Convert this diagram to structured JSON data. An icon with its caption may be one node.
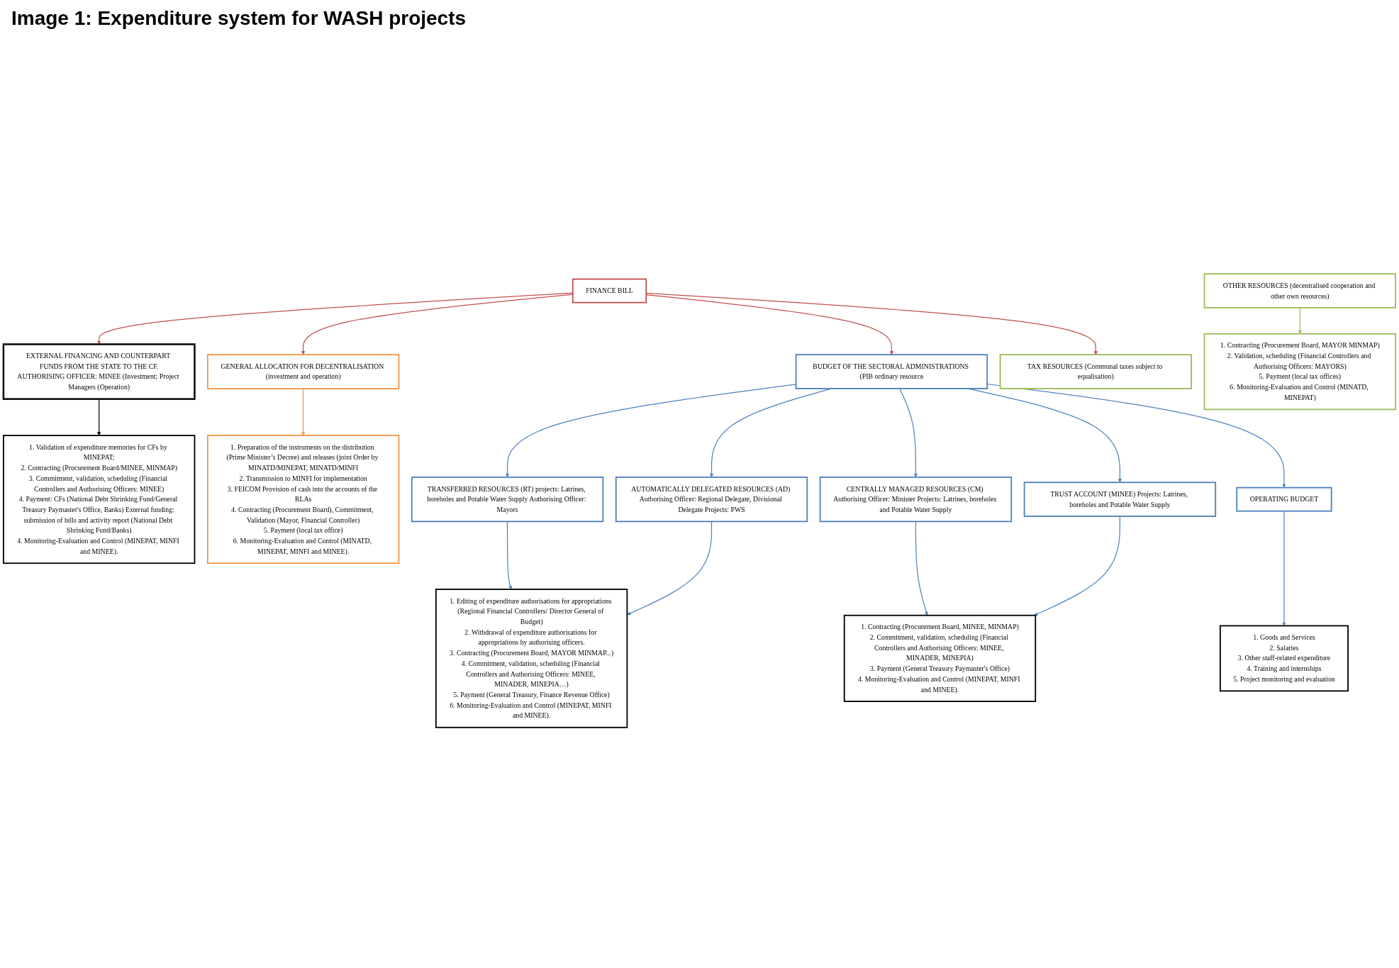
{
  "diagram": {
    "title": "Image 1: Expenditure system for WASH projects",
    "nodes": [
      {
        "text": [
          "FINANCE BILL"
        ]
      },
      {
        "text": [
          "BUDGET OF THE SECTORAL ADMINISTRATIONS (PIB ordinary resource"
        ]
      },
      {
        "text": [
          "EXTERNAL FINANCING AND COUNTERPART FUNDS FROM THE STATE TO THE CF.",
          "AUTHORISING OFFICER: MINEE (Investment; Project Managers (Operation)"
        ]
      },
      {
        "text": [
          "GENERAL ALLOCATION FOR DECENTRALISATION (investment and operation)"
        ]
      },
      {
        "text": [
          "TAX RESOURCES (Communal taxes subject to equalisation)"
        ]
      },
      {
        "text": [
          "OTHER RESOURCES (decentralised cooperation and other own resources)"
        ]
      },
      {
        "text": [
          "1. Validation of expenditure memories for CFs by MINEPAT;",
          "2. Contracting (Procurement Board/MINEE, MINMAP)",
          "3. Commitment, validation, scheduling (Financial Controllers and Authorising Officers: MINEE)",
          "4. Payment: CFs (National Debt Shrinking Fund/General Treasury Paymaster's Office, Banks) External funding: submission of bills and activity report (National Debt Shrinking Fund/Banks)",
          "4. Monitoring-Evaluation and Control (MINEPAT, MINFI and MINEE)."
        ]
      },
      {
        "text": [
          "1. Preparation of the instruments on the distribution (Prime Minister’s Decree) and releases (joint Order by MINATD/MINEPAT, MINATD/MINFI",
          "2. Transmission to MINFI for implementation",
          "3. FEICOM Provision of cash into the accounts of the RLAs",
          "4. Contracting (Procurement Board), Commitment, Validation (Mayor, Financial Controller)",
          "5. Payment (local tax office)",
          "6. Monitoring-Evaluation and Control (MINATD, MINEPAT, MINFI and MINEE)."
        ]
      },
      {
        "text": [
          "1. Contracting (Procurement Board, MAYOR MINMAP)",
          "2. Validation, scheduling (Financial Controllers and Authorising Officers: MAYORS)",
          "5. Payment (local tax offices)",
          "6. Monitoring-Evaluation and Control (MINATD, MINEPAT)"
        ]
      },
      {
        "text": [
          "TRANSFERRED RESOURCES (RT) projects: Latrines, boreholes and Potable Water Supply Authorising Officer: Mayors"
        ]
      },
      {
        "text": [
          "AUTOMATICALLY DELEGATED RESOURCES (AD) Authorising Officer: Regional Delegate, Divisional Delegate Projects: PWS"
        ]
      },
      {
        "text": [
          "CENTRALLY MANAGED RESOURCES (CM) Authorising Officer: Minister Projects: Latrines, boreholes and Potable Water Supply"
        ]
      },
      {
        "text": [
          "TRUST ACCOUNT (MINEE) Projects: Latrines, boreholes and Potable Water Supply"
        ]
      },
      {
        "text": [
          "OPERATING BUDGET"
        ]
      },
      {
        "text": [
          "1. Editing of expenditure authorisations for appropriations (Regional Financial Controllers/ Director General of Budget)",
          "2. Withdrawal of expenditure authorisations for appropriations by authorising officers.",
          "3. Contracting (Procurement Board, MAYOR MINMAP...)",
          "4. Commitment, validation, scheduling (Financial Controllers and Authorising Officers: MINEE, MINADER, MINEPIA…)",
          "5. Payment (General Treasury, Finance Revenue Office)",
          "6. Monitoring-Evaluation and Control (MINEPAT, MINFI and MINEE)."
        ]
      },
      {
        "text": [
          "1. Contracting (Procurement Board, MINEE, MINMAP)",
          "2. Commitment, validation, scheduling (Financial Controllers and Authorising Officers: MINEE, MINADER, MINEPIA)",
          "3. Payment (General Treasury Paymaster's Office)",
          "4. Monitoring-Evaluation and Control (MINEPAT, MINFI and MINEE)."
        ]
      },
      {
        "text": [
          "1. Goods and Services",
          "2. Salaries",
          "3. Other staff-related expenditure",
          "4. Training and internships",
          "5. Project monitoring and evaluation"
        ]
      }
    ],
    "edges": [
      {
        "from": 0,
        "to": 1,
        "arrow": "to",
        "color": "#c0504d"
      },
      {
        "from": 0,
        "to": 2,
        "arrow": "to",
        "color": "#c0504d"
      },
      {
        "from": 0,
        "to": 3,
        "arrow": "to",
        "color": "#c0504d"
      },
      {
        "from": 0,
        "to": 4,
        "arrow": "to",
        "color": "#c0504d"
      },
      {
        "from": 2,
        "to": 6,
        "arrow": "to",
        "color": "#000000"
      },
      {
        "from": 3,
        "to": 7,
        "arrow": "to",
        "color": "#f79646"
      },
      {
        "from": 5,
        "to": 8,
        "arrow": "to",
        "color": "#9bbb59"
      },
      {
        "from": 1,
        "to": 9,
        "arrow": "to"
      },
      {
        "from": 1,
        "to": 10,
        "arrow": "to"
      },
      {
        "from": 1,
        "to": 11,
        "arrow": "to"
      },
      {
        "from": 1,
        "to": 12,
        "arrow": "to"
      },
      {
        "from": 1,
        "to": 13,
        "arrow": "to"
      },
      {
        "from": 9,
        "to": 14,
        "arrow": "to"
      },
      {
        "from": 10,
        "to": 14,
        "arrow": "to"
      },
      {
        "from": 11,
        "to": 15,
        "arrow": "to"
      },
      {
        "from": 12,
        "to": 15,
        "arrow": "to"
      },
      {
        "from": 13,
        "to": 16,
        "arrow": "to"
      }
    ]
  }
}
